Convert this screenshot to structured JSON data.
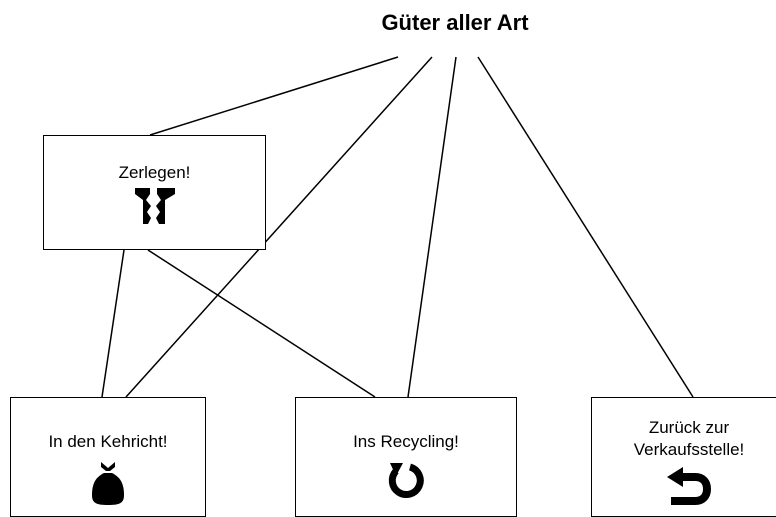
{
  "title": "Güter aller Art",
  "nodes": {
    "disassemble": {
      "label": "Zerlegen!",
      "icon": "disassemble-icon"
    },
    "trash": {
      "label": "In den Kehricht!",
      "icon": "trash-bag-icon"
    },
    "recycling": {
      "label": "Ins Recycling!",
      "icon": "recycle-icon"
    },
    "return": {
      "label_line1": "Zurück zur",
      "label_line2": "Verkaufsstelle!",
      "icon": "return-arrow-icon"
    }
  },
  "edges": [
    {
      "from": "title",
      "to": "disassemble"
    },
    {
      "from": "title",
      "to": "trash"
    },
    {
      "from": "title",
      "to": "recycling"
    },
    {
      "from": "title",
      "to": "return"
    },
    {
      "from": "disassemble",
      "to": "trash"
    },
    {
      "from": "disassemble",
      "to": "recycling"
    }
  ]
}
